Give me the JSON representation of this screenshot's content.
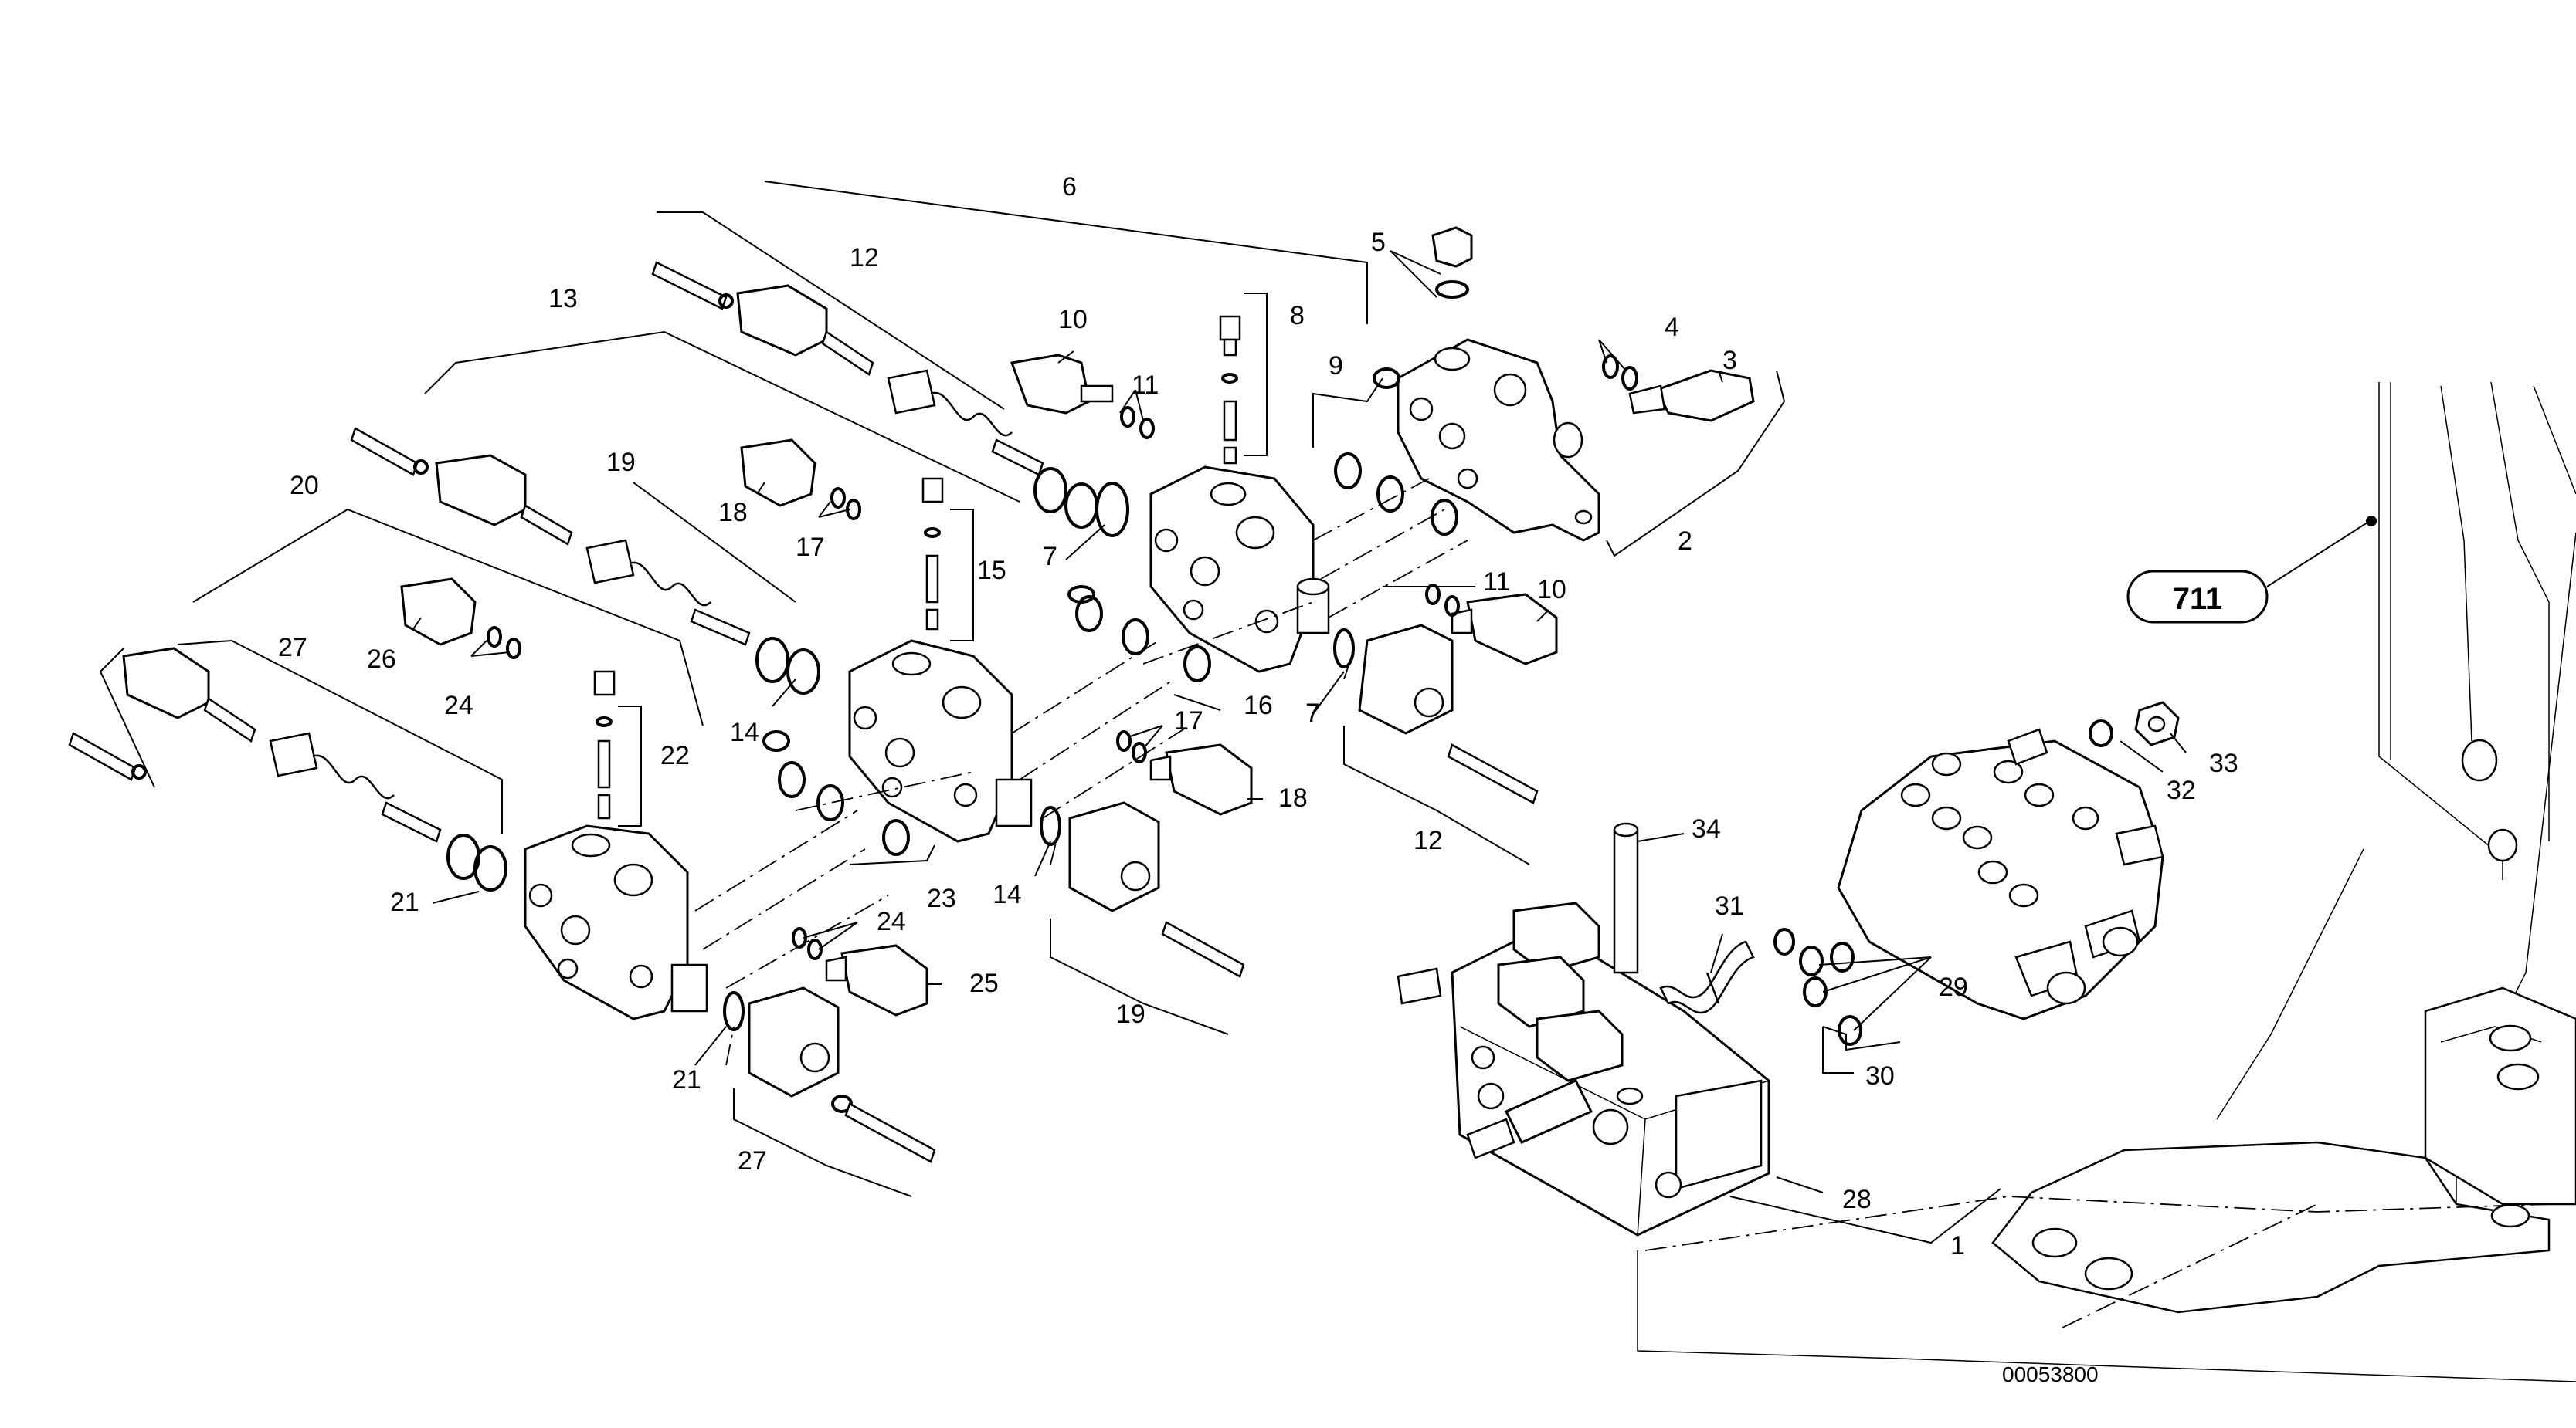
{
  "diagram": {
    "reference_label": "711",
    "document_number": "00053800",
    "callouts": {
      "n1": "1",
      "n2": "2",
      "n3": "3",
      "n4": "4",
      "n5": "5",
      "n6": "6",
      "n7a": "7",
      "n7b": "7",
      "n8": "8",
      "n9": "9",
      "n10a": "10",
      "n10b": "10",
      "n11a": "11",
      "n11b": "11",
      "n12a": "12",
      "n12b": "12",
      "n13": "13",
      "n14a": "14",
      "n14b": "14",
      "n15": "15",
      "n16": "16",
      "n17a": "17",
      "n17b": "17",
      "n18a": "18",
      "n18b": "18",
      "n19a": "19",
      "n19b": "19",
      "n20": "20",
      "n21a": "21",
      "n21b": "21",
      "n22": "22",
      "n23": "23",
      "n24a": "24",
      "n24b": "24",
      "n25": "25",
      "n26": "26",
      "n27a": "27",
      "n27b": "27",
      "n28": "28",
      "n29": "29",
      "n30": "30",
      "n31": "31",
      "n32": "32",
      "n33": "33",
      "n34": "34"
    }
  }
}
